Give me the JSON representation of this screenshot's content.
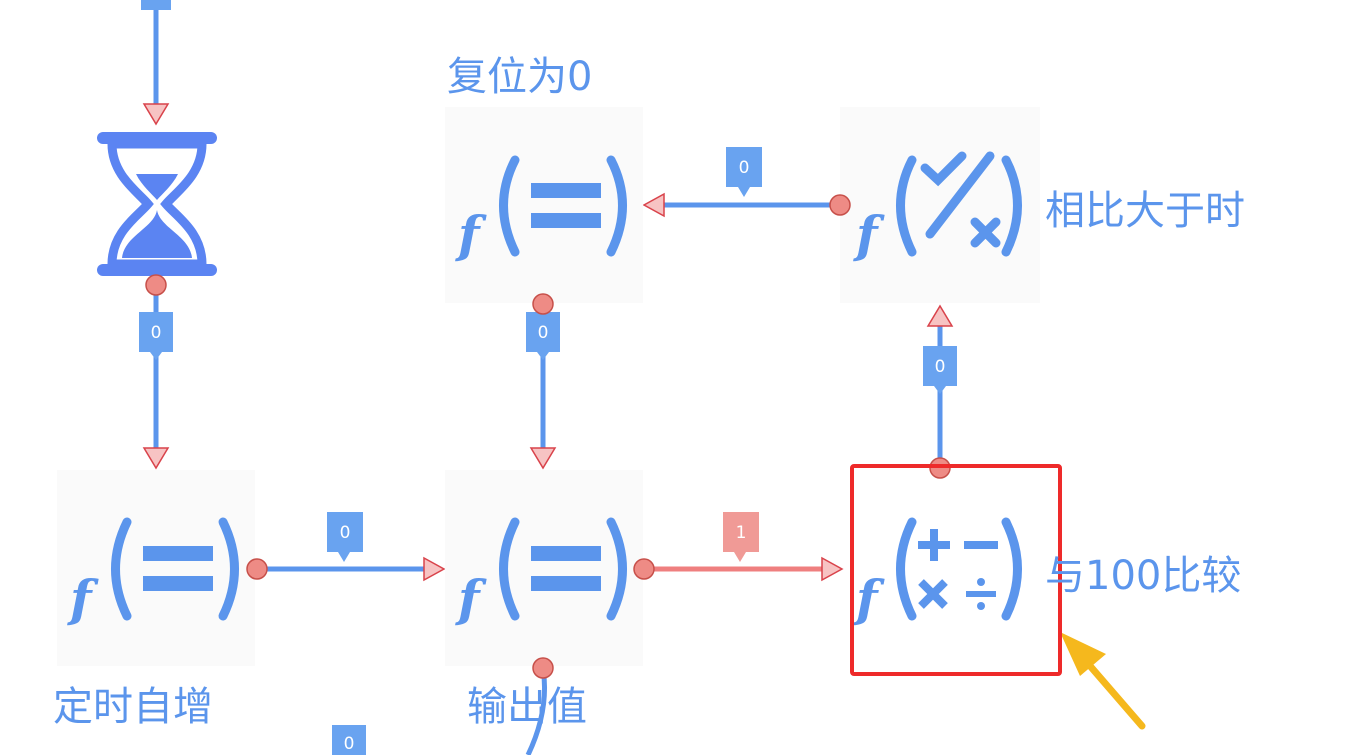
{
  "labels": {
    "reset": "复位为0",
    "compare_gt": "相比大于时",
    "compare_100": "与100比较",
    "timer_inc": "定时自增",
    "output": "输出值"
  },
  "wires": {
    "top": "",
    "timer_down": "0",
    "timer_to_output": "0",
    "output_to_compare": "1",
    "compare_up": "0",
    "compare_to_reset": "0",
    "reset_down": "0",
    "bottom": "0"
  },
  "colors": {
    "node_accent": "#5b95ec",
    "wire_active": "#ef7f7f",
    "highlight": "#ee2a2a",
    "pointer": "#f5b81d"
  },
  "icons": {
    "timer": "hourglass-icon",
    "assign": "equals-function-icon",
    "compare": "compare-function-icon",
    "arithmetic": "arithmetic-function-icon"
  }
}
